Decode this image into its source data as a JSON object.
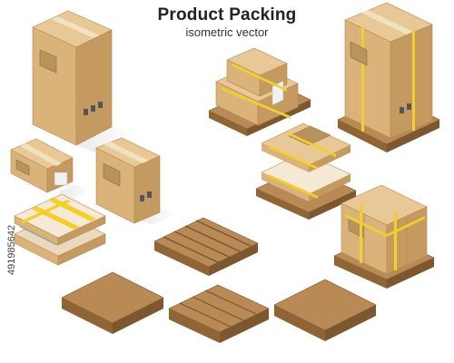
{
  "header": {
    "title": "Product Packing",
    "subtitle": "isometric vector"
  },
  "side_id": "491985642",
  "colors": {
    "box_top": "#e8c896",
    "box_left": "#d9b37a",
    "box_right": "#c49a60",
    "tape": "#f0e1bf",
    "strap": "#f2cf2f",
    "pallet_top": "#b98a55",
    "pallet_side": "#8f6535",
    "glass": "#8fd3e6",
    "foam": "#f6ead6"
  },
  "items": [
    {
      "id": "tall-box",
      "kind": "box"
    },
    {
      "id": "long-box",
      "kind": "box"
    },
    {
      "id": "medium-box",
      "kind": "box"
    },
    {
      "id": "wrapped-panel",
      "kind": "wrapped-glass"
    },
    {
      "id": "stacked-boxes-pallet",
      "kind": "pallet-load"
    },
    {
      "id": "tall-box-pallet",
      "kind": "pallet-load"
    },
    {
      "id": "double-crate-pallet",
      "kind": "pallet-load"
    },
    {
      "id": "four-box-pallet",
      "kind": "pallet-load"
    },
    {
      "id": "empty-pallet-slatted",
      "kind": "pallet"
    },
    {
      "id": "empty-pallet-solid-left",
      "kind": "pallet"
    },
    {
      "id": "empty-pallet-center",
      "kind": "pallet"
    },
    {
      "id": "empty-pallet-solid-right",
      "kind": "pallet"
    }
  ]
}
